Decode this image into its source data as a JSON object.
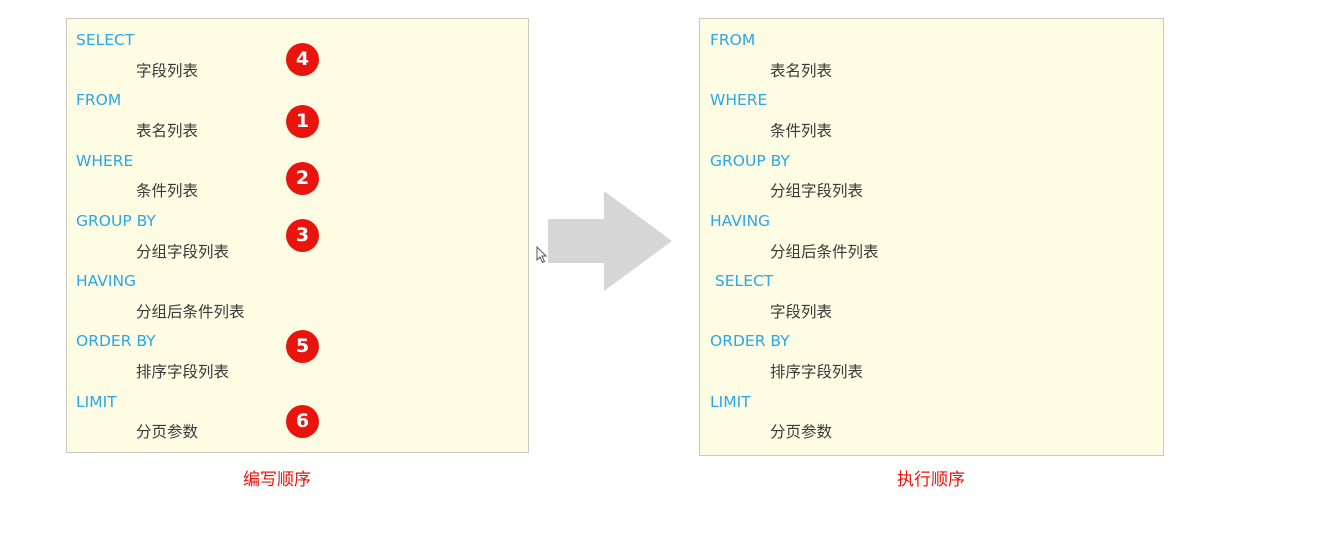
{
  "left": {
    "rows": [
      {
        "keyword": "SELECT",
        "value": "字段列表",
        "badge": "4"
      },
      {
        "keyword": "FROM",
        "value": "表名列表",
        "badge": "1"
      },
      {
        "keyword": "WHERE",
        "value": "条件列表",
        "badge": "2"
      },
      {
        "keyword": "GROUP  BY",
        "value": "分组字段列表",
        "badge": "3"
      },
      {
        "keyword": "HAVING",
        "value": "分组后条件列表"
      },
      {
        "keyword": "ORDER BY",
        "value": "排序字段列表",
        "badge": "5"
      },
      {
        "keyword": "LIMIT",
        "value": "分页参数",
        "badge": "6"
      }
    ],
    "caption": "编写顺序"
  },
  "right": {
    "rows": [
      {
        "keyword": "FROM",
        "value": "表名列表"
      },
      {
        "keyword": "WHERE",
        "value": "条件列表"
      },
      {
        "keyword": "GROUP  BY",
        "value": "分组字段列表"
      },
      {
        "keyword": "HAVING",
        "value": "分组后条件列表"
      },
      {
        "keyword": " SELECT",
        "value": "字段列表"
      },
      {
        "keyword": "ORDER BY",
        "value": "排序字段列表"
      },
      {
        "keyword": "LIMIT",
        "value": "分页参数"
      }
    ],
    "caption": "执行顺序"
  },
  "colors": {
    "keyword": "#2aa7e6",
    "value": "#3a3a3a",
    "badge": "#e8140d",
    "caption": "#e8140d",
    "panel_bg": "#fefce3",
    "arrow": "#d6d6d6"
  },
  "icons": {
    "arrow": "right-arrow-icon",
    "cursor": "mouse-cursor-icon"
  }
}
